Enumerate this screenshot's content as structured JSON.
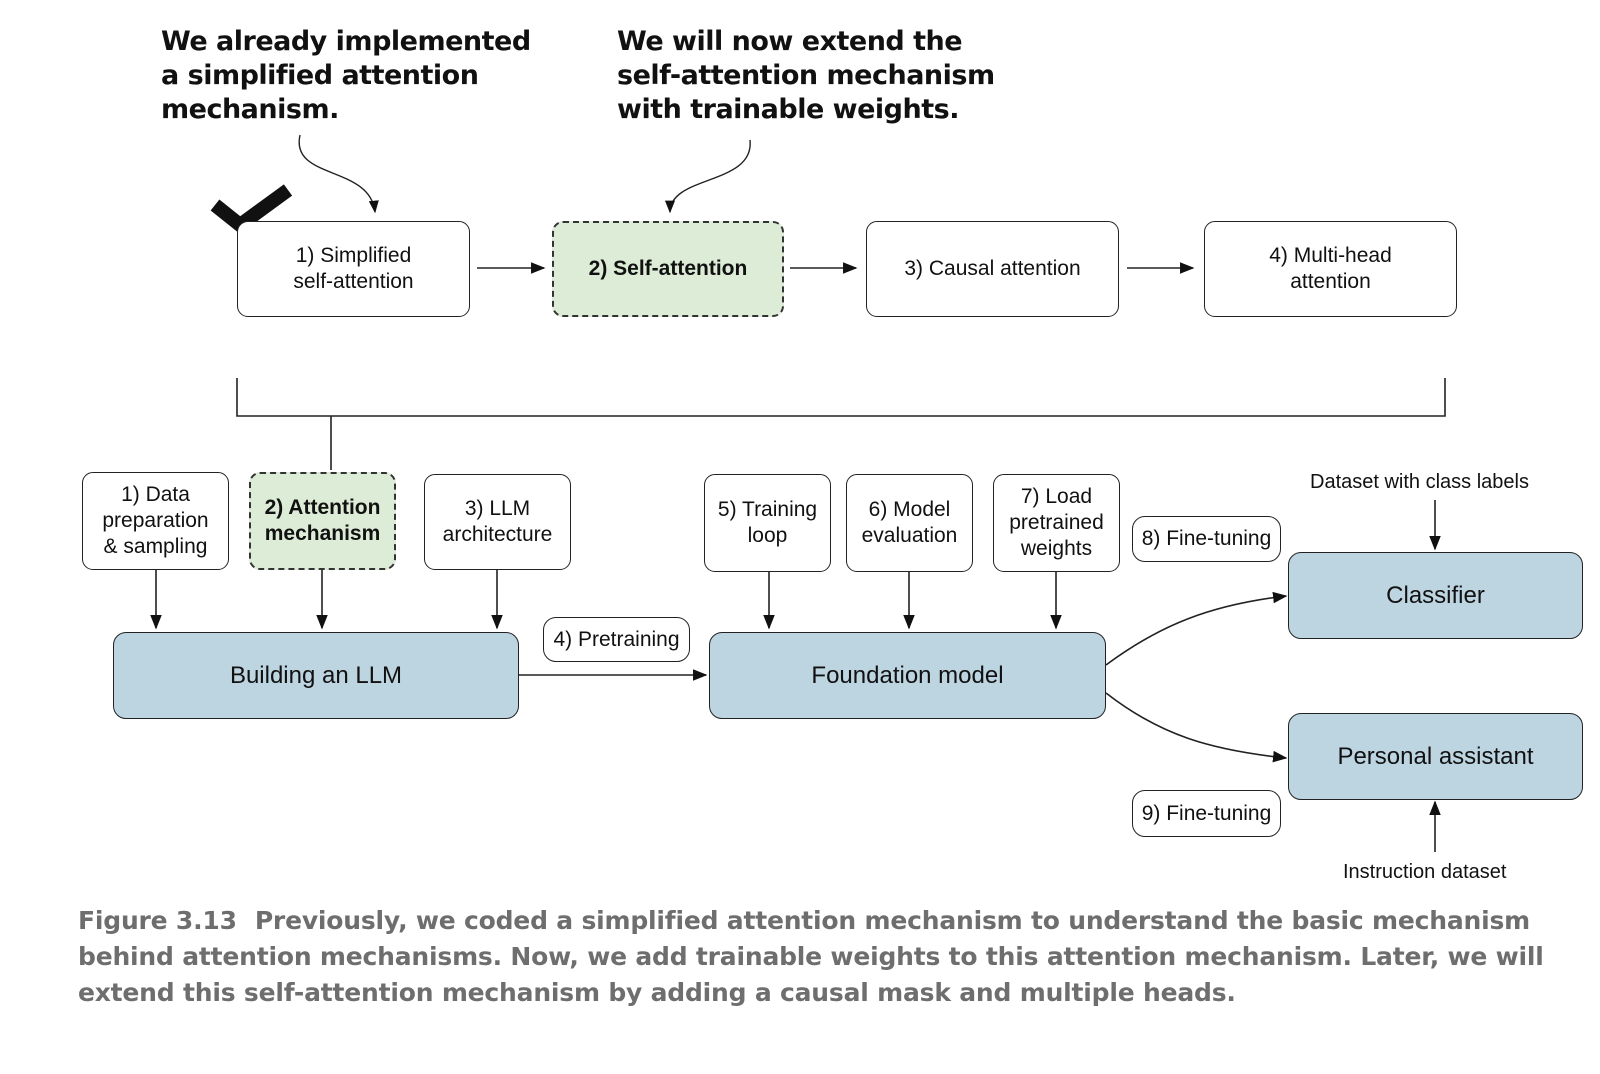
{
  "callouts": {
    "left": "We already implemented\na simplified attention\nmechanism.",
    "right": "We will now extend the\nself-attention mechanism\nwith trainable weights."
  },
  "top_steps": [
    {
      "label": "1) Simplified\nself-attention"
    },
    {
      "label": "2) Self-attention"
    },
    {
      "label": "3) Causal attention"
    },
    {
      "label": "4) Multi-head\nattention"
    }
  ],
  "stage_inputs": [
    {
      "label": "1) Data\npreparation\n& sampling"
    },
    {
      "label": "2) Attention\nmechanism"
    },
    {
      "label": "3) LLM\narchitecture"
    },
    {
      "label": "5) Training\nloop"
    },
    {
      "label": "6) Model\nevaluation"
    },
    {
      "label": "7) Load\npretrained\nweights"
    }
  ],
  "main_nodes": {
    "building": "Building an LLM",
    "foundation": "Foundation model",
    "classifier": "Classifier",
    "assistant": "Personal assistant"
  },
  "edge_labels": {
    "pretraining": "4) Pretraining",
    "finetune8": "8) Fine-tuning",
    "finetune9": "9) Fine-tuning"
  },
  "datasets": {
    "class_labels": "Dataset with class labels",
    "instruction": "Instruction dataset"
  },
  "caption": {
    "figure": "Figure 3.13",
    "text": "Previously, we coded a simplified attention mechanism to understand the basic mechanism behind attention mechanisms. Now, we add trainable weights to this attention mechanism. Later, we will extend this self-attention mechanism by adding a causal mask and multiple heads."
  },
  "colors": {
    "highlight_green": "#dcecd6",
    "node_blue": "#bdd4e1",
    "caption_gray": "#6e6e6e"
  }
}
